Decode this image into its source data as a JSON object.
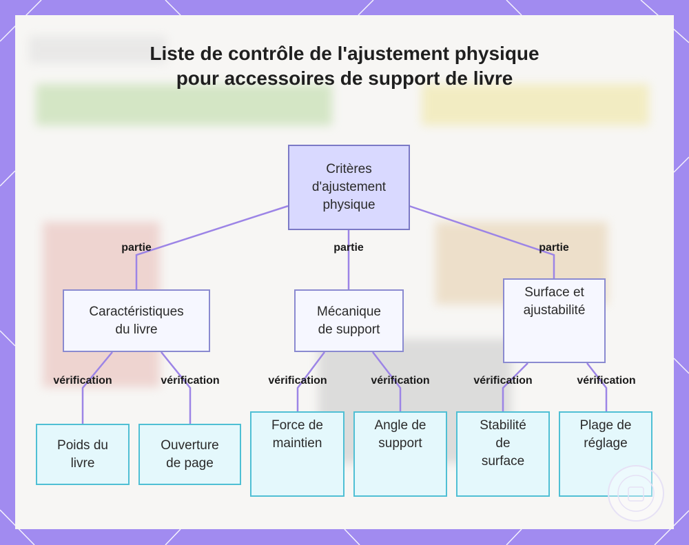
{
  "title": "Liste de contrôle de l'ajustement physique pour accessoires de support de livre",
  "nodes": {
    "root": "Critères\nd'ajustement\nphysique",
    "book": "Caractéristiques\ndu livre",
    "mech": "Mécanique\nde support",
    "surf": "Surface et\najustabilité",
    "weight": "Poids du\nlivre",
    "opening": "Ouverture\nde page",
    "force": "Force de\nmaintien",
    "angle": "Angle de\nsupport",
    "stab": "Stabilité\nde\nsurface",
    "range": "Plage de\nréglage"
  },
  "edge_labels": {
    "part": "partie",
    "check": "vérification"
  },
  "colors": {
    "frame": "#a18bf0",
    "root_fill": "#d9d9ff",
    "leaf_border": "#4fbfd4",
    "edge": "#9c84e6"
  }
}
